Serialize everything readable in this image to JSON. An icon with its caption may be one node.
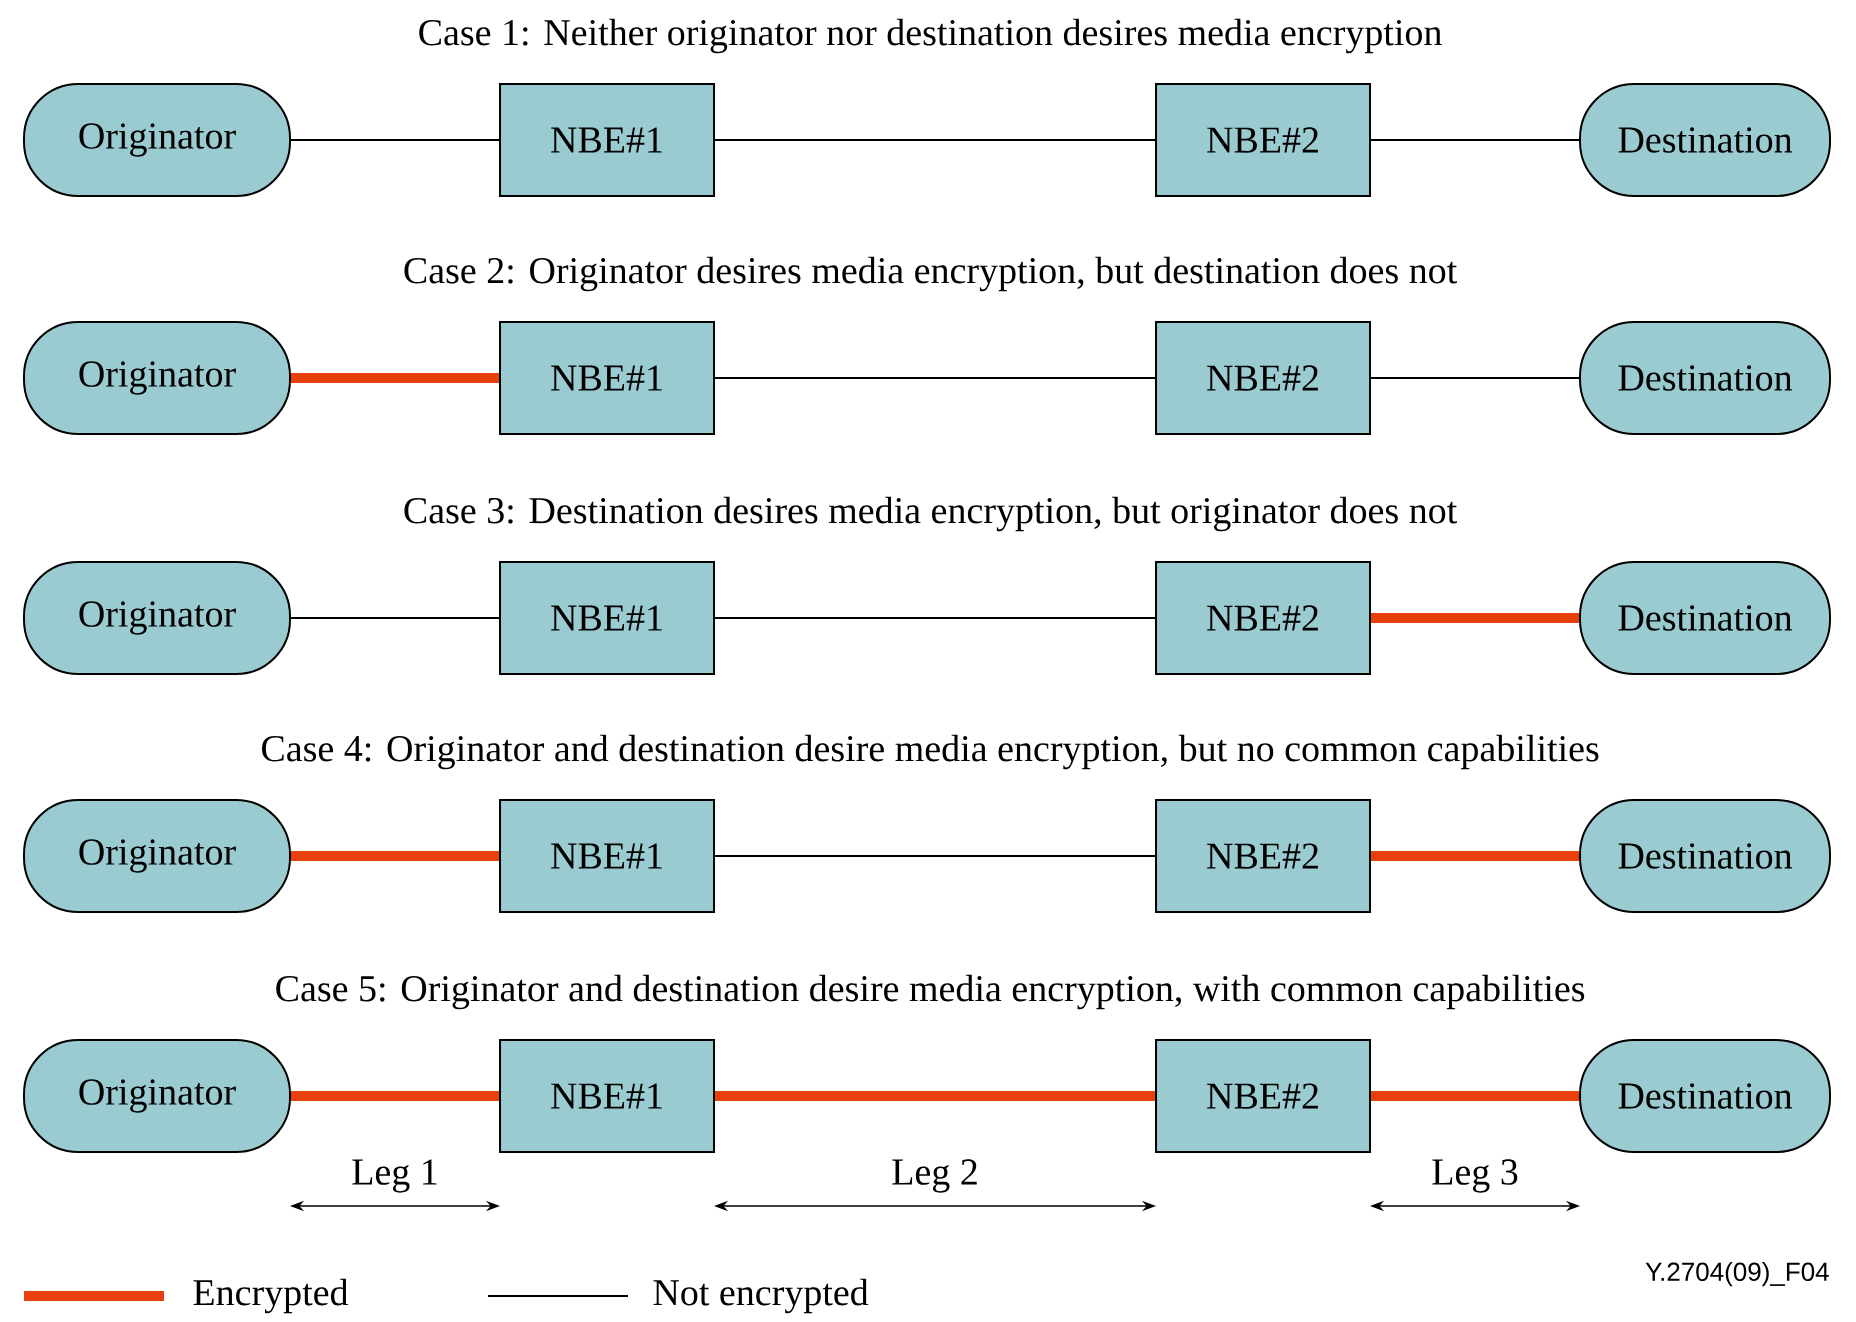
{
  "diagram": {
    "nodes": [
      {
        "text": [
          "Originator"
        ]
      },
      {
        "text": [
          "NBE#1"
        ]
      },
      {
        "text": [
          "NBE#2"
        ]
      },
      {
        "text": [
          "Destination"
        ]
      },
      {
        "text": [
          "Originator"
        ]
      },
      {
        "text": [
          "NBE#1"
        ]
      },
      {
        "text": [
          "NBE#2"
        ]
      },
      {
        "text": [
          "Destination"
        ]
      },
      {
        "text": [
          "Originator"
        ]
      },
      {
        "text": [
          "NBE#1"
        ]
      },
      {
        "text": [
          "NBE#2"
        ]
      },
      {
        "text": [
          "Destination"
        ]
      },
      {
        "text": [
          "Originator"
        ]
      },
      {
        "text": [
          "NBE#1"
        ]
      },
      {
        "text": [
          "NBE#2"
        ]
      },
      {
        "text": [
          "Destination"
        ]
      },
      {
        "text": [
          "Originator"
        ]
      },
      {
        "text": [
          "NBE#1"
        ]
      },
      {
        "text": [
          "NBE#2"
        ]
      },
      {
        "text": [
          "Destination"
        ]
      }
    ],
    "edges": [
      {
        "from": 0,
        "to": 1,
        "arrow": "none"
      },
      {
        "from": 1,
        "to": 2,
        "arrow": "none"
      },
      {
        "from": 2,
        "to": 3,
        "arrow": "none"
      },
      {
        "from": 4,
        "to": 5,
        "arrow": "none",
        "style": "thick",
        "color": "#e8400c"
      },
      {
        "from": 5,
        "to": 6,
        "arrow": "none"
      },
      {
        "from": 6,
        "to": 7,
        "arrow": "none"
      },
      {
        "from": 8,
        "to": 9,
        "arrow": "none"
      },
      {
        "from": 9,
        "to": 10,
        "arrow": "none"
      },
      {
        "from": 10,
        "to": 11,
        "arrow": "none",
        "style": "thick",
        "color": "#e8400c"
      },
      {
        "from": 12,
        "to": 13,
        "arrow": "none",
        "style": "thick",
        "color": "#e8400c"
      },
      {
        "from": 13,
        "to": 14,
        "arrow": "none"
      },
      {
        "from": 14,
        "to": 15,
        "arrow": "none",
        "style": "thick",
        "color": "#e8400c"
      },
      {
        "from": 16,
        "to": 17,
        "arrow": "none",
        "style": "thick",
        "color": "#e8400c"
      },
      {
        "from": 17,
        "to": 18,
        "arrow": "none",
        "style": "thick",
        "color": "#e8400c"
      },
      {
        "from": 18,
        "to": 19,
        "arrow": "none",
        "style": "thick",
        "color": "#e8400c"
      }
    ],
    "labels": [
      "Case 1: Neither originator nor destination desires media encryption",
      "Case 2: Originator desires media encryption, but destination does not",
      "Case 3: Destination desires media encryption, but originator does not",
      "Case 4: Originator and destination desire media encryption, but no common capabilities",
      "Case 5: Originator and destination desire media encryption, with common capabilities",
      "Leg 1",
      "Leg 2",
      "Leg 3",
      "Y.2704(09)_F04"
    ],
    "legend": [
      {
        "text": "Encrypted"
      },
      {
        "text": "Not encrypted"
      }
    ]
  }
}
